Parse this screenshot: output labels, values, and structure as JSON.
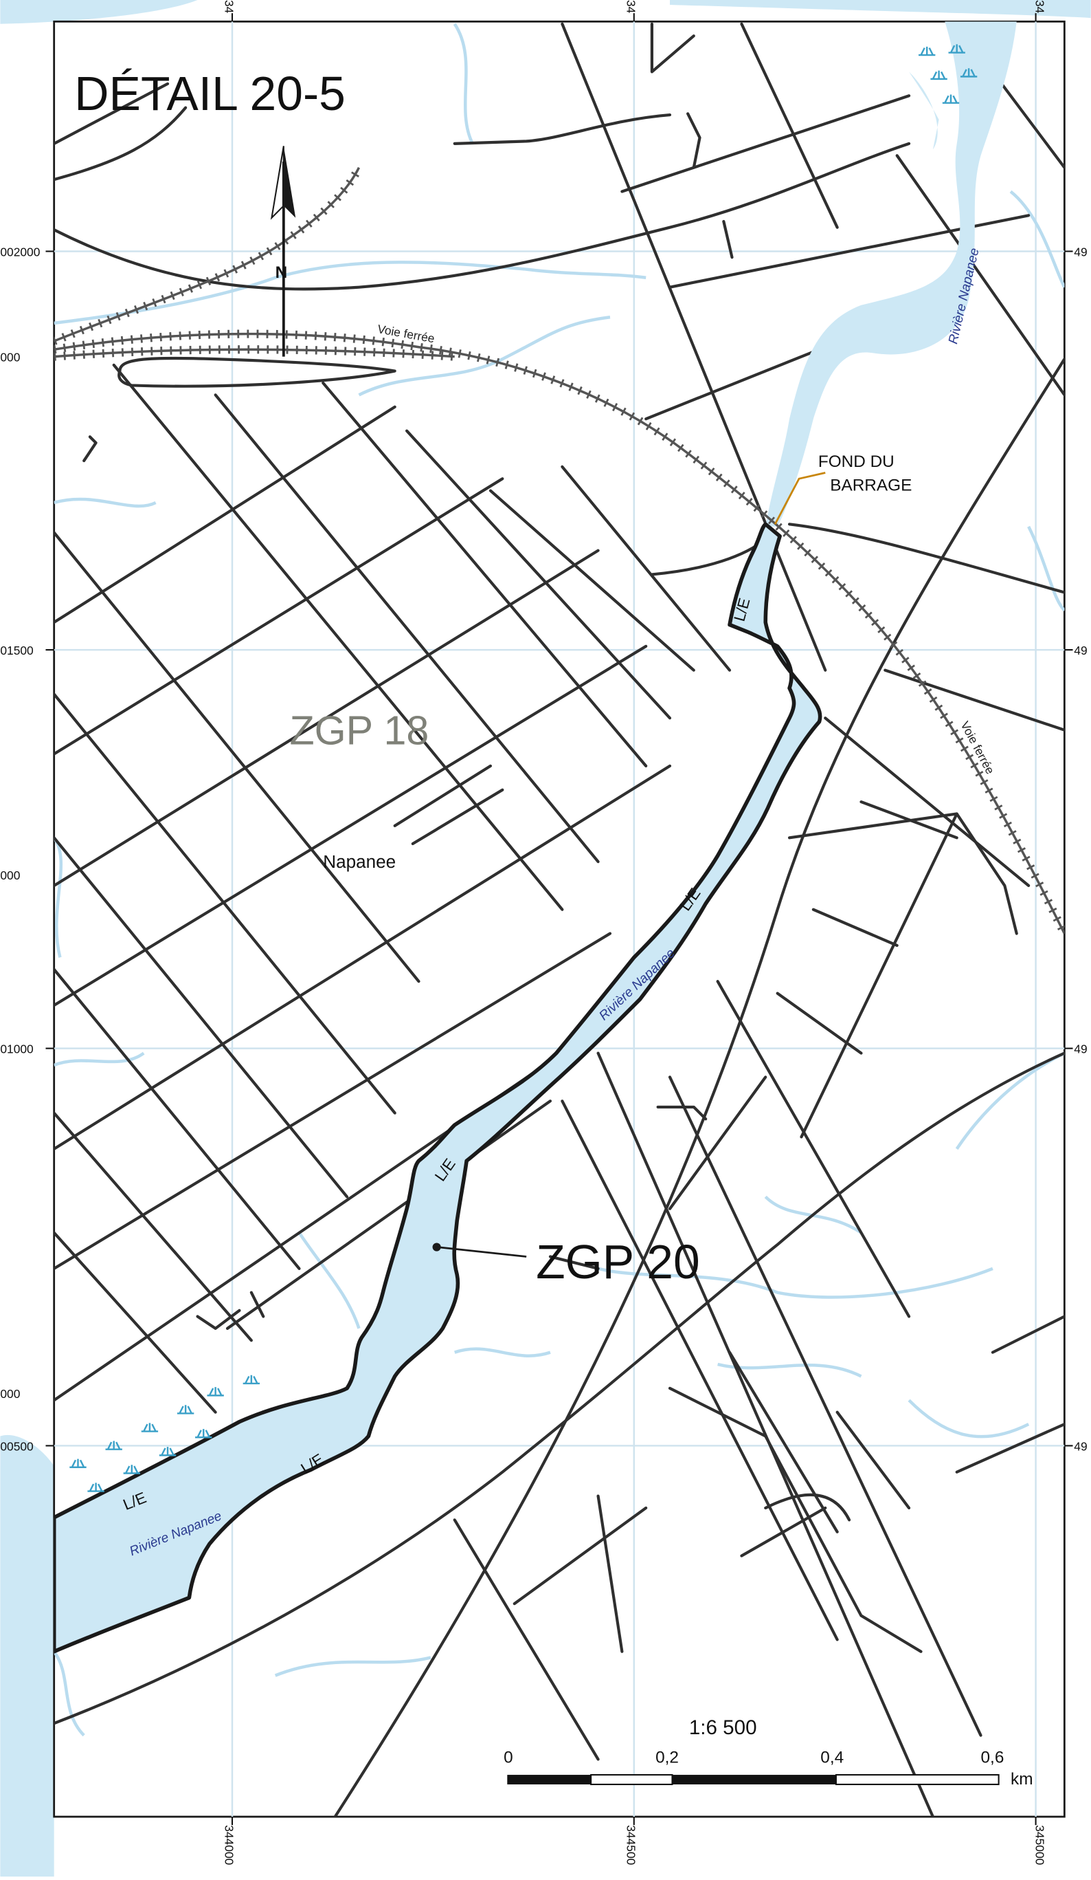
{
  "title": "DÉTAIL 20-5",
  "north_label": "N",
  "zones": {
    "zgp18": "ZGP 18",
    "zgp20": "ZGP 20"
  },
  "town": "Napanee",
  "river_labels": {
    "north": "Rivière Napanee",
    "middle": "Rivière Napanee",
    "south": "Rivière Napanee"
  },
  "rail_labels": {
    "top": "Voie ferrée",
    "right": "Voie ferrée"
  },
  "dam_label": [
    "FOND DU",
    "BARRAGE"
  ],
  "boundary_code": "L/E",
  "scale": {
    "ratio": "1:6 500",
    "ticks": [
      "0",
      "0,2",
      "0,4",
      "0,6"
    ],
    "unit": "km"
  },
  "coords": {
    "left": [
      "002000",
      "000",
      "01500",
      "000",
      "01000",
      "000",
      "00500"
    ],
    "right": [
      "49",
      "49",
      "49",
      "49"
    ],
    "bottom": [
      "344000",
      "344500",
      "345000"
    ],
    "top": [
      "34",
      "34",
      "34"
    ]
  },
  "colors": {
    "water": "#cde8f5",
    "boundary": "#1a1a1a",
    "zgp18_text": "#7f8178",
    "river_text": "#2a3a8f",
    "leader": "#c8860c",
    "wetland": "#3aa0c8"
  }
}
